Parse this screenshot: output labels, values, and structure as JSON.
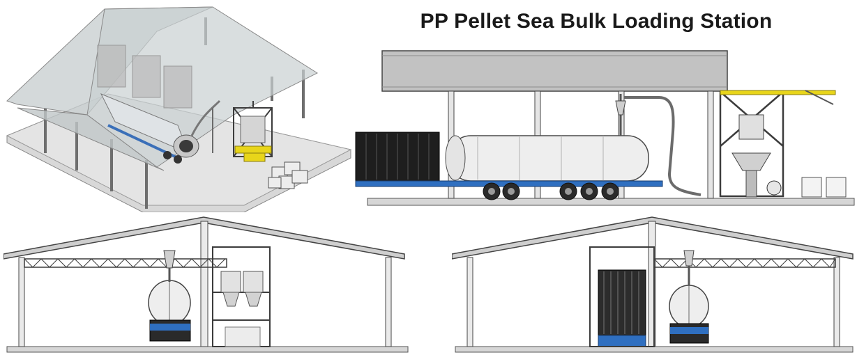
{
  "title": "PP Pellet Sea Bulk Loading Station",
  "colors": {
    "steel": "#8c8c8c",
    "steel_dark": "#4a4a4a",
    "roof_glass": "#c9d2d3",
    "roof_fill": "#cfcfcf",
    "floor": "#dcdcdc",
    "truck_blue": "#2f6fc0",
    "safety_yellow": "#e8d51a",
    "tank_white": "#efefef"
  },
  "views": [
    {
      "id": "isometric",
      "icon": "isometric-3d-view-icon"
    },
    {
      "id": "side",
      "icon": "side-elevation-view-icon"
    },
    {
      "id": "front-left",
      "icon": "front-elevation-view-icon"
    },
    {
      "id": "front-right",
      "icon": "rear-elevation-view-icon"
    }
  ]
}
